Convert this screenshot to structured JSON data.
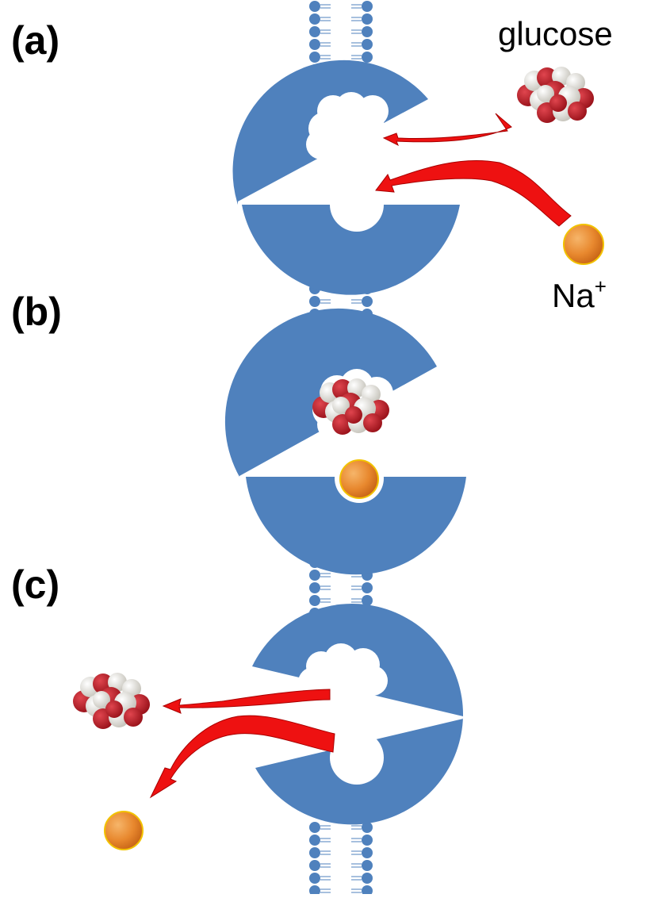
{
  "panels": [
    {
      "id": "a",
      "label": "(a)"
    },
    {
      "id": "b",
      "label": "(b)"
    },
    {
      "id": "c",
      "label": "(c)"
    }
  ],
  "labels": {
    "glucose": "glucose",
    "sodium_base": "Na",
    "sodium_charge": "+"
  },
  "colors": {
    "transporter": "#4f81bd",
    "membrane_head": "#4f81bd",
    "arrow": "#ee1111",
    "sodium": "#e8882e",
    "glucose_red": "#c0111b",
    "glucose_white": "#e8e6dc"
  }
}
